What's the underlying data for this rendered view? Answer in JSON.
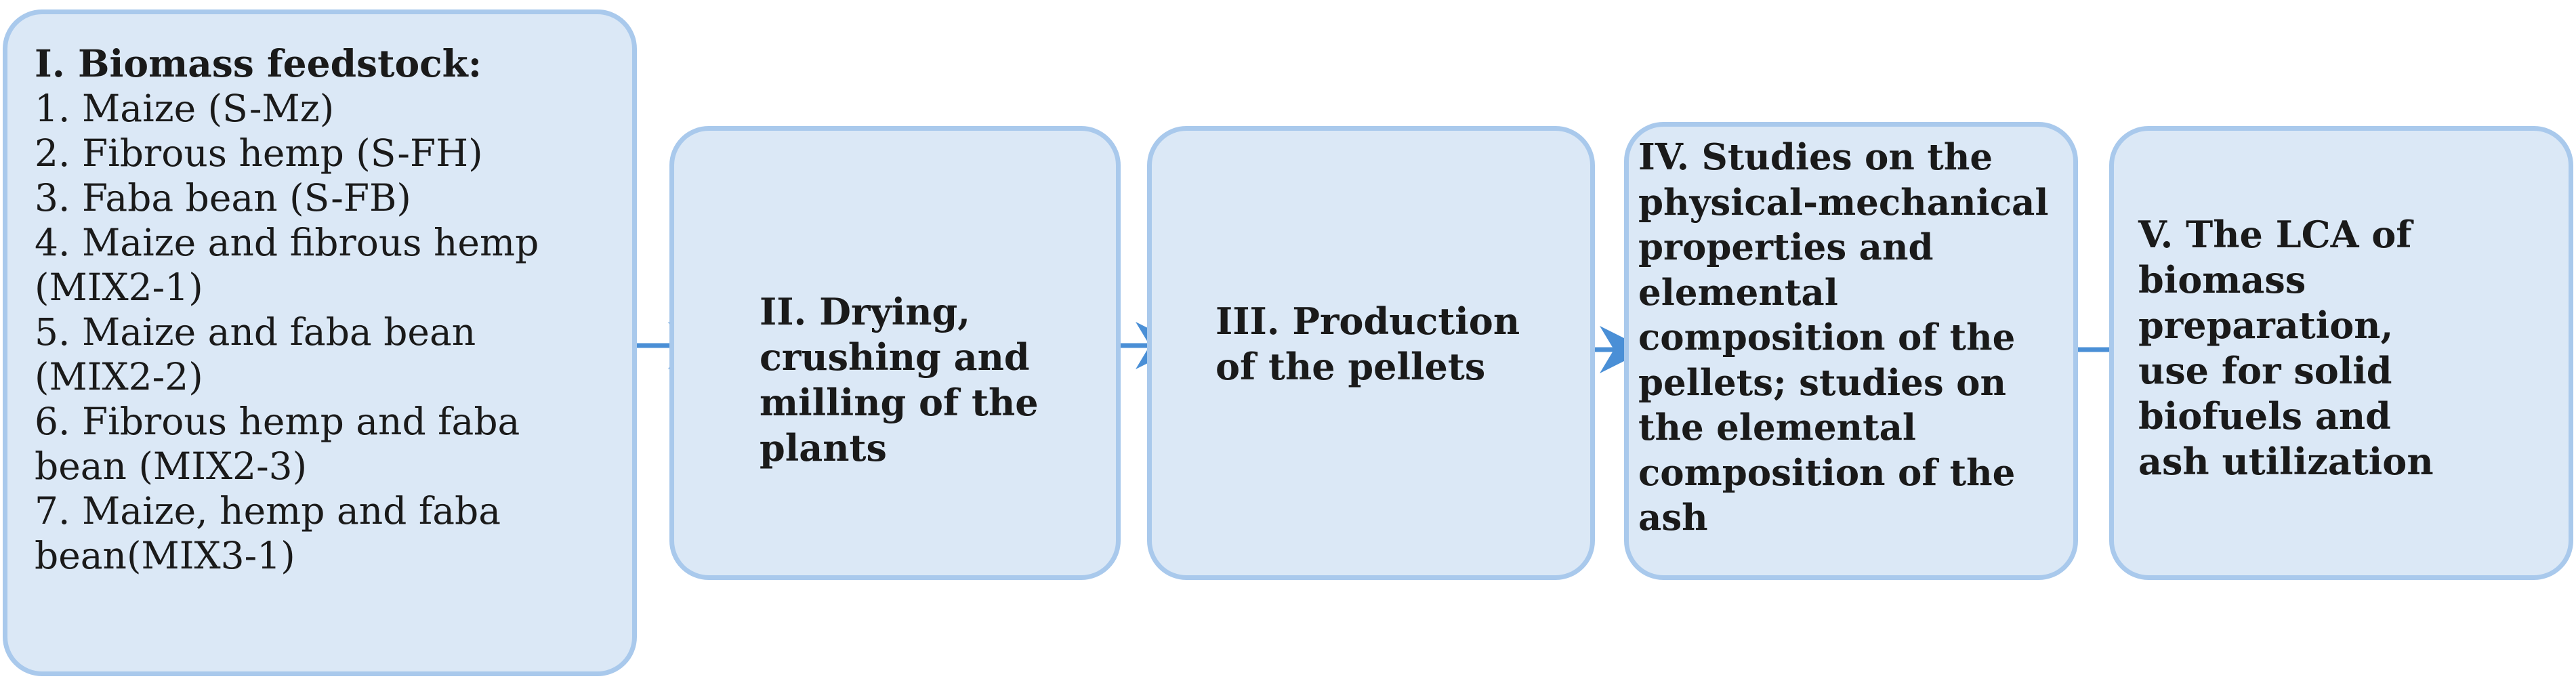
{
  "stage1": {
    "title": "I. Biomass feedstock:",
    "items": [
      [
        "1. Maize  (S-Mz)"
      ],
      [
        "2. Fibrous hemp (S-FH)"
      ],
      [
        "3. Faba bean  (S-FB)"
      ],
      [
        "4. Maize and fibrous hemp",
        "(MIX2-1)"
      ],
      [
        "5. Maize and faba bean",
        "(MIX2-2)"
      ],
      [
        "6. Fibrous hemp and faba",
        "bean (MIX2-3)"
      ],
      [
        "7. Maize, hemp and faba",
        "bean(MIX3-1)"
      ]
    ]
  },
  "stage2": {
    "lines": [
      "II. Drying,",
      "crushing and",
      "milling of the",
      "plants"
    ]
  },
  "stage3": {
    "lines": [
      "III. Production",
      "of the pellets"
    ]
  },
  "stage4": {
    "lines": [
      "IV. Studies on the",
      "physical-mechanical",
      "properties and",
      "elemental",
      "composition of the",
      "pellets; studies on",
      "the elemental",
      "composition of the",
      "ash"
    ]
  },
  "stage5": {
    "lines": [
      "V. The LCA of",
      "biomass",
      "preparation,",
      "use for solid",
      "biofuels and",
      "ash utilization"
    ]
  },
  "colors": {
    "box_fill": "#dbe8f6",
    "box_border": "#a9c9ec",
    "arrow": "#4a8fd6"
  }
}
